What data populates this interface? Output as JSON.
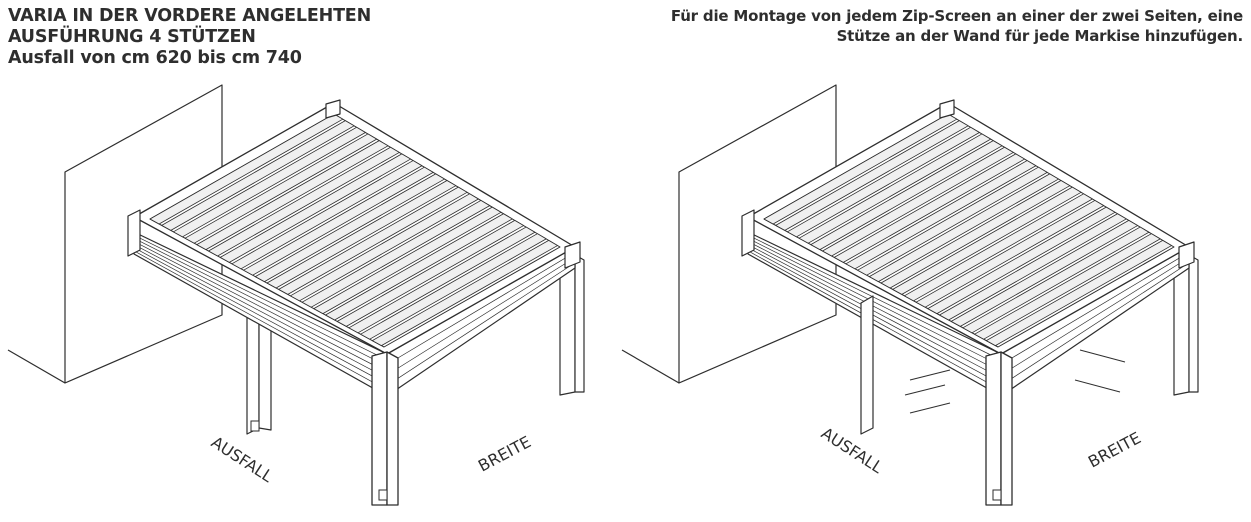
{
  "header": {
    "title_lines": [
      "VARIA IN DER VORDERE ANGELEHTEN",
      "AUSFÜHRUNG 4 STÜTZEN",
      "Ausfall von cm 620 bis cm 740"
    ]
  },
  "note": {
    "lines": [
      "Für die Montage von jedem Zip-Screen an einer der zwei Seiten, eine",
      "Stütze an der Wand für jede Markise hinzufügen."
    ]
  },
  "left_drawing": {
    "label_depth": "AUSFALL",
    "label_width": "BREITE"
  },
  "right_drawing": {
    "label_depth": "AUSFALL",
    "label_width": "BREITE"
  },
  "colors": {
    "line": "#2e2e2e",
    "fill": "#ffffff",
    "slat": "#f0f0f0"
  }
}
